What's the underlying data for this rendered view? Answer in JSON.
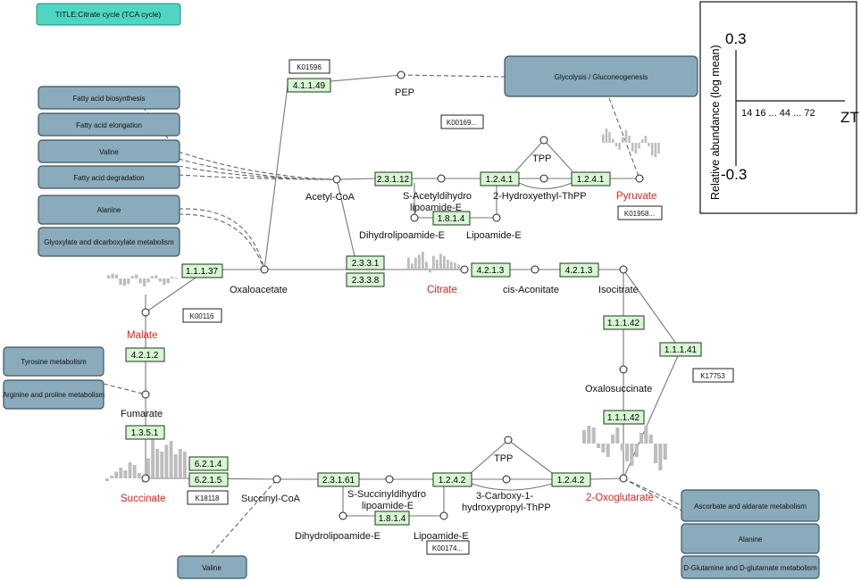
{
  "title": "TITLE:Citrate cycle (TCA cycle)",
  "colors": {
    "pathway_fill": "#8aabbb",
    "pathway_stroke": "#3d5560",
    "title_fill": "#4fd6c2",
    "enzyme_fill": "#d8f5d4",
    "highlight_text": "#e8201e",
    "bars": "#bdbdbd"
  },
  "pathways": [
    {
      "id": "glycolysis",
      "label": "Glycolysis / Gluconeogenesis"
    },
    {
      "id": "fa-biosynthesis",
      "label": "Fatty acid biosynthesis"
    },
    {
      "id": "fa-elongation",
      "label": "Fatty acid elongation"
    },
    {
      "id": "valine-top",
      "label": "Valine"
    },
    {
      "id": "fa-degradation",
      "label": "Fatty acid degradation"
    },
    {
      "id": "alanine-top",
      "label": "Alanine"
    },
    {
      "id": "glyoxylate",
      "label": "Glyoxylate and dicarboxylate metabolism"
    },
    {
      "id": "tyrosine",
      "label": "Tyrosine metabolism"
    },
    {
      "id": "arginine",
      "label": "Arginine and proline metabolism"
    },
    {
      "id": "valine-bottom",
      "label": "Valine"
    },
    {
      "id": "ascorbate",
      "label": "Ascorbate and aldarate metabolism"
    },
    {
      "id": "alanine-bottom",
      "label": "Alanine"
    },
    {
      "id": "glutamine",
      "label": "D-Glutamine and D-glutamate metabolism"
    }
  ],
  "enzymes": [
    {
      "id": "e-4-1-1-49",
      "label": "4.1.1.49"
    },
    {
      "id": "e-2-3-1-12",
      "label": "2.3.1.12"
    },
    {
      "id": "e-1-2-4-1-a",
      "label": "1.2.4.1"
    },
    {
      "id": "e-1-2-4-1-b",
      "label": "1.2.4.1"
    },
    {
      "id": "e-1-8-1-4-top",
      "label": "1.8.1.4"
    },
    {
      "id": "e-1-1-1-37",
      "label": "1.1.1.37"
    },
    {
      "id": "e-2-3-3-1",
      "label": "2.3.3.1"
    },
    {
      "id": "e-2-3-3-8",
      "label": "2.3.3.8"
    },
    {
      "id": "e-4-2-1-3-a",
      "label": "4.2.1.3"
    },
    {
      "id": "e-4-2-1-3-b",
      "label": "4.2.1.3"
    },
    {
      "id": "e-1-1-1-42-a",
      "label": "1.1.1.42"
    },
    {
      "id": "e-1-1-1-41",
      "label": "1.1.1.41"
    },
    {
      "id": "e-1-1-1-42-b",
      "label": "1.1.1.42"
    },
    {
      "id": "e-4-2-1-2",
      "label": "4.2.1.2"
    },
    {
      "id": "e-1-3-5-1",
      "label": "1.3.5.1"
    },
    {
      "id": "e-6-2-1-4",
      "label": "6.2.1.4"
    },
    {
      "id": "e-6-2-1-5",
      "label": "6.2.1.5"
    },
    {
      "id": "e-2-3-1-61",
      "label": "2.3.1.61"
    },
    {
      "id": "e-1-2-4-2-a",
      "label": "1.2.4.2"
    },
    {
      "id": "e-1-2-4-2-b",
      "label": "1.2.4.2"
    },
    {
      "id": "e-1-8-1-4-bottom",
      "label": "1.8.1.4"
    }
  ],
  "orthologs": [
    {
      "id": "k01596",
      "label": "K01596"
    },
    {
      "id": "k00169",
      "label": "K00169..."
    },
    {
      "id": "k01958",
      "label": "K01958..."
    },
    {
      "id": "k00116",
      "label": "K00116"
    },
    {
      "id": "k17753",
      "label": "K17753"
    },
    {
      "id": "k18118",
      "label": "K18118"
    },
    {
      "id": "k00174",
      "label": "K00174..."
    }
  ],
  "compounds": [
    {
      "id": "pep",
      "label": "PEP",
      "highlight": false
    },
    {
      "id": "acetyl-coa",
      "label": "Acetyl-CoA",
      "highlight": false
    },
    {
      "id": "s-acetyl-1",
      "label": "S-Acetyldihydro",
      "highlight": false
    },
    {
      "id": "s-acetyl-2",
      "label": "lipoamide-E",
      "highlight": false
    },
    {
      "id": "tpp-top",
      "label": "TPP",
      "highlight": false
    },
    {
      "id": "hydroxyethyl",
      "label": "2-Hydroxyethyl-ThPP",
      "highlight": false
    },
    {
      "id": "pyruvate",
      "label": "Pyruvate",
      "highlight": true
    },
    {
      "id": "dihydro-top",
      "label": "Dihydrolipoamide-E",
      "highlight": false
    },
    {
      "id": "lipo-top",
      "label": "Lipoamide-E",
      "highlight": false
    },
    {
      "id": "oxaloacetate",
      "label": "Oxaloacetate",
      "highlight": false
    },
    {
      "id": "citrate",
      "label": "Citrate",
      "highlight": true
    },
    {
      "id": "cis-aconitate",
      "label": "cis-Aconitate",
      "highlight": false
    },
    {
      "id": "isocitrate",
      "label": "Isocitrate",
      "highlight": false
    },
    {
      "id": "malate",
      "label": "Malate",
      "highlight": true
    },
    {
      "id": "oxalosuccinate",
      "label": "Oxalosuccinate",
      "highlight": false
    },
    {
      "id": "fumarate",
      "label": "Fumarate",
      "highlight": false
    },
    {
      "id": "succinate",
      "label": "Succinate",
      "highlight": true
    },
    {
      "id": "succinyl-coa",
      "label": "Succinyl-CoA",
      "highlight": false
    },
    {
      "id": "s-succinyl-1",
      "label": "S-Succinyldihydro",
      "highlight": false
    },
    {
      "id": "s-succinyl-2",
      "label": "lipoamide-E",
      "highlight": false
    },
    {
      "id": "tpp-bottom",
      "label": "TPP",
      "highlight": false
    },
    {
      "id": "carboxy-1",
      "label": "3-Carboxy-1-",
      "highlight": false
    },
    {
      "id": "carboxy-2",
      "label": "hydroxypropyl-ThPP",
      "highlight": false
    },
    {
      "id": "oxoglutarate",
      "label": "2-Oxoglutarate",
      "highlight": true
    },
    {
      "id": "dihydro-bottom",
      "label": "Dihydrolipoamide-E",
      "highlight": false
    },
    {
      "id": "lipo-bottom",
      "label": "Lipoamide-E",
      "highlight": false
    }
  ],
  "legend": {
    "y_axis_label": "Relative abundance (log mean)",
    "max_label": "0.3",
    "min_label": "-0.3",
    "x_ticks_label": "14 16 ... 44 ... 72",
    "x_unit": "ZT"
  },
  "abundance_charts": [
    {
      "compound": "pyruvate",
      "values": [
        0.12,
        0.2,
        0.15,
        0.05,
        -0.05,
        -0.1,
        0.08,
        0.18,
        0.1,
        -0.12,
        -0.15,
        -0.08,
        0.05,
        0.1,
        -0.05,
        -0.18,
        -0.2,
        -0.15
      ]
    },
    {
      "compound": "citrate",
      "values": [
        0.12,
        0.06,
        0.12,
        0.15,
        0.18,
        0.08,
        -0.03,
        0.14,
        0.1,
        0.16,
        0.14,
        0.1,
        0.08,
        0.07,
        0.05,
        0.02,
        0.01,
        0.0
      ]
    },
    {
      "compound": "malate",
      "values": [
        0.04,
        0.06,
        0.05,
        -0.08,
        -0.09,
        -0.07,
        0.03,
        0.05,
        -0.06,
        -0.1,
        -0.05,
        0.03,
        0.04,
        -0.04,
        -0.08,
        -0.06,
        0.02,
        0.01
      ]
    },
    {
      "compound": "succinate",
      "values": [
        -0.02,
        0.02,
        0.05,
        0.08,
        0.06,
        0.12,
        0.1,
        0.04,
        -0.03,
        0.15,
        0.3,
        0.22,
        0.2,
        0.25,
        0.28,
        0.18,
        0.22,
        0.2
      ]
    },
    {
      "compound": "oxoglutarate",
      "values": [
        0.15,
        0.2,
        0.18,
        -0.05,
        -0.1,
        -0.15,
        0.1,
        0.18,
        -0.08,
        -0.2,
        -0.25,
        -0.15,
        0.12,
        0.2,
        0.1,
        -0.22,
        -0.3,
        -0.18
      ]
    }
  ]
}
